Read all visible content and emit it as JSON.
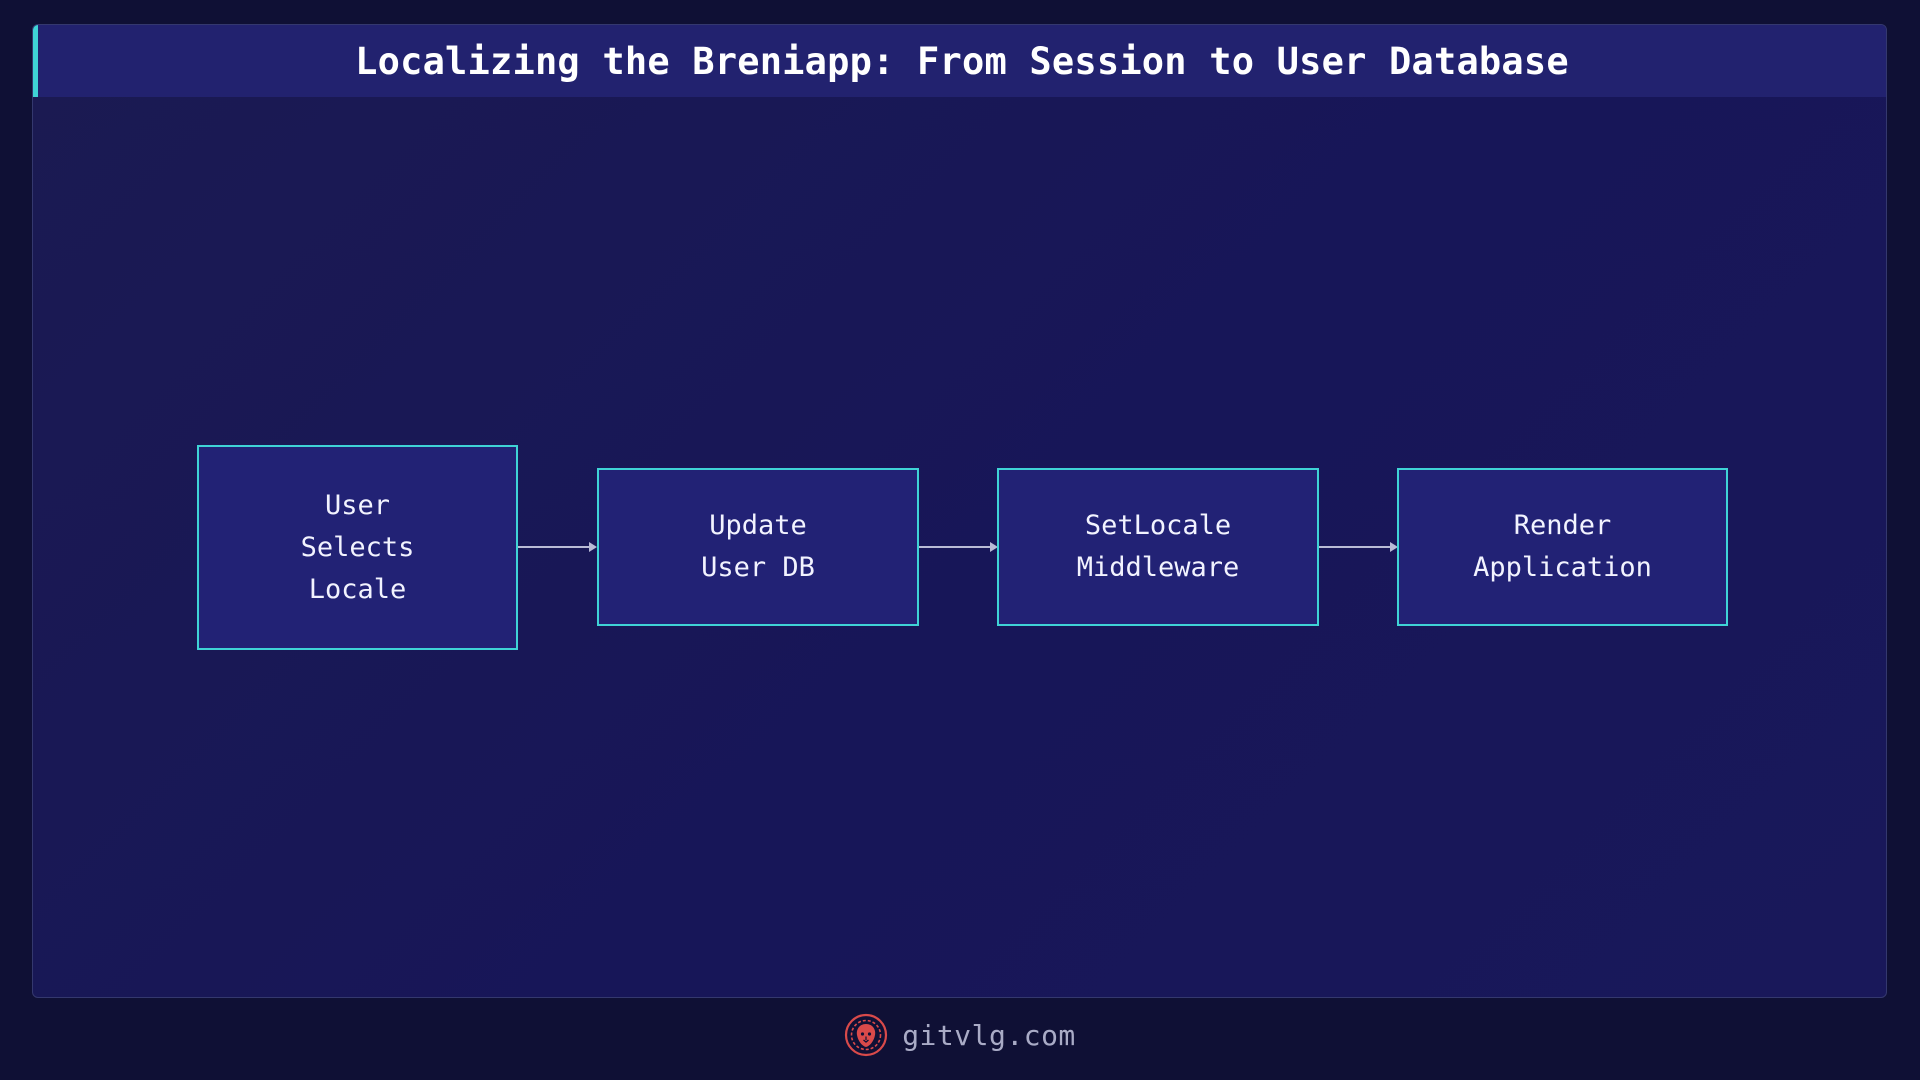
{
  "title": "Localizing the Breniapp: From Session to User Database",
  "nodes": [
    {
      "label": "User\nSelects\nLocale"
    },
    {
      "label": "Update\nUser DB"
    },
    {
      "label": "SetLocale\nMiddleware"
    },
    {
      "label": "Render\nApplication"
    }
  ],
  "edges": [
    {
      "from": "User Selects Locale",
      "to": "Update User DB"
    },
    {
      "from": "Update User DB",
      "to": "SetLocale Middleware"
    },
    {
      "from": "SetLocale Middleware",
      "to": "Render Application"
    }
  ],
  "footer": {
    "site": "gitvlg.com",
    "logo_icon": "lion-head-icon"
  },
  "colors": {
    "background": "#0f1035",
    "panel": "#1a1a55",
    "title_bar": "#22226f",
    "accent": "#3fd3d6",
    "node_fill": "#222275",
    "connector": "#b9bbd6",
    "logo": "#d94a4a"
  }
}
